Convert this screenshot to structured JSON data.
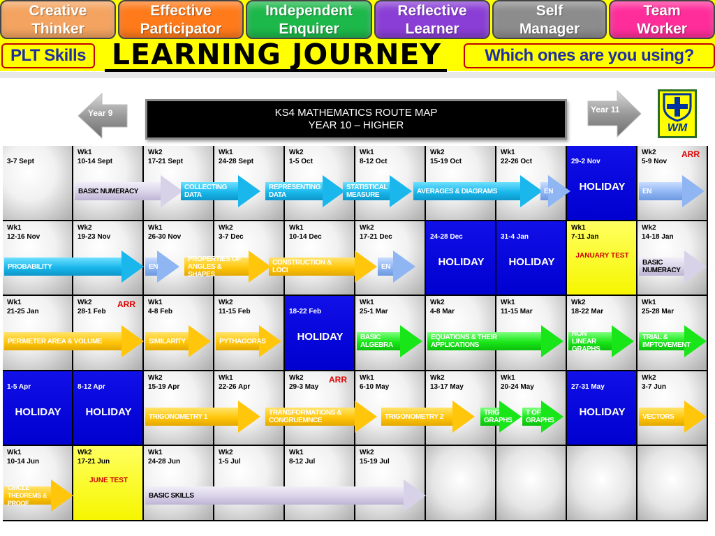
{
  "plt_header": {
    "buttons": [
      {
        "label": "Creative\nThinker",
        "color": "#f4a460"
      },
      {
        "label": "Effective\nParticipator",
        "color": "#ff7a1a"
      },
      {
        "label": "Independent\nEnquirer",
        "color": "#1db84a"
      },
      {
        "label": "Reflective\nLearner",
        "color": "#8a3ed6"
      },
      {
        "label": "Self\nManager",
        "color": "#8c8c8c"
      },
      {
        "label": "Team\nWorker",
        "color": "#ff2d9a"
      }
    ],
    "skills_label": "PLT Skills",
    "title": "LEARNING JOURNEY",
    "question": "Which ones are you using?"
  },
  "route_map": {
    "title_line1": "KS4 MATHEMATICS  ROUTE MAP",
    "title_line2": "YEAR  10 – HIGHER",
    "prev_year": "Year 9",
    "next_year": "Year 11",
    "logo_text": "WM"
  },
  "grid": {
    "rows": [
      [
        {
          "wk": "",
          "dates": "3-7 Sept",
          "type": "normal"
        },
        {
          "wk": "Wk1",
          "dates": "10-14 Sept",
          "type": "normal"
        },
        {
          "wk": "Wk2",
          "dates": "17-21 Sept",
          "type": "normal"
        },
        {
          "wk": "Wk1",
          "dates": "24-28 Sept",
          "type": "normal"
        },
        {
          "wk": "Wk2",
          "dates": "1-5 Oct",
          "type": "normal"
        },
        {
          "wk": "Wk1",
          "dates": "8-12 Oct",
          "type": "normal"
        },
        {
          "wk": "Wk2",
          "dates": "15-19 Oct",
          "type": "normal"
        },
        {
          "wk": "Wk1",
          "dates": "22-26 Oct",
          "type": "normal"
        },
        {
          "wk": "",
          "dates": "29-2 Nov",
          "type": "holiday",
          "label": "HOLIDAY"
        },
        {
          "wk": "Wk2",
          "dates": "5-9 Nov",
          "type": "normal",
          "arr": "ARR"
        }
      ],
      [
        {
          "wk": "Wk1",
          "dates": "12-16 Nov",
          "type": "normal"
        },
        {
          "wk": "Wk2",
          "dates": "19-23 Nov",
          "type": "normal"
        },
        {
          "wk": "Wk1",
          "dates": "26-30 Nov",
          "type": "normal"
        },
        {
          "wk": "Wk2",
          "dates": "3-7 Dec",
          "type": "normal"
        },
        {
          "wk": "Wk1",
          "dates": "10-14 Dec",
          "type": "normal"
        },
        {
          "wk": "Wk2",
          "dates": "17-21 Dec",
          "type": "normal"
        },
        {
          "wk": "",
          "dates": "24-28 Dec",
          "type": "holiday",
          "label": "HOLIDAY"
        },
        {
          "wk": "",
          "dates": "31-4 Jan",
          "type": "holiday",
          "label": "HOLIDAY"
        },
        {
          "wk": "Wk1",
          "dates": "7-11 Jan",
          "type": "test",
          "label": "JANUARY TEST"
        },
        {
          "wk": "Wk2",
          "dates": "14-18 Jan",
          "type": "normal"
        }
      ],
      [
        {
          "wk": "Wk1",
          "dates": "21-25 Jan",
          "type": "normal"
        },
        {
          "wk": "Wk2",
          "dates": "28-1 Feb",
          "type": "normal",
          "arr": "ARR"
        },
        {
          "wk": "Wk1",
          "dates": "4-8 Feb",
          "type": "normal"
        },
        {
          "wk": "Wk2",
          "dates": "11-15 Feb",
          "type": "normal"
        },
        {
          "wk": "",
          "dates": "18-22 Feb",
          "type": "holiday",
          "label": "HOLIDAY"
        },
        {
          "wk": "Wk1",
          "dates": "25-1 Mar",
          "type": "normal"
        },
        {
          "wk": "Wk2",
          "dates": "4-8 Mar",
          "type": "normal"
        },
        {
          "wk": "Wk1",
          "dates": "11-15 Mar",
          "type": "normal"
        },
        {
          "wk": "Wk2",
          "dates": "18-22 Mar",
          "type": "normal"
        },
        {
          "wk": "Wk1",
          "dates": "25-28 Mar",
          "type": "normal"
        }
      ],
      [
        {
          "wk": "",
          "dates": "1-5 Apr",
          "type": "holiday",
          "label": "HOLIDAY"
        },
        {
          "wk": "",
          "dates": "8-12 Apr",
          "type": "holiday",
          "label": "HOLIDAY"
        },
        {
          "wk": "Wk2",
          "dates": "15-19 Apr",
          "type": "normal"
        },
        {
          "wk": "Wk1",
          "dates": "22-26 Apr",
          "type": "normal"
        },
        {
          "wk": "Wk2",
          "dates": "29-3 May",
          "type": "normal",
          "arr": "ARR"
        },
        {
          "wk": "Wk1",
          "dates": "6-10 May",
          "type": "normal"
        },
        {
          "wk": "Wk2",
          "dates": "13-17 May",
          "type": "normal"
        },
        {
          "wk": "Wk1",
          "dates": "20-24 May",
          "type": "normal"
        },
        {
          "wk": "",
          "dates": "27-31 May",
          "type": "holiday",
          "label": "HOLIDAY"
        },
        {
          "wk": "Wk2",
          "dates": "3-7 Jun",
          "type": "normal"
        }
      ],
      [
        {
          "wk": "Wk1",
          "dates": "10-14 Jun",
          "type": "normal"
        },
        {
          "wk": "Wk2",
          "dates": "17-21 Jun",
          "type": "test",
          "label": "JUNE TEST"
        },
        {
          "wk": "Wk1",
          "dates": "24-28 Jun",
          "type": "normal"
        },
        {
          "wk": "Wk2",
          "dates": "1-5 Jul",
          "type": "normal"
        },
        {
          "wk": "Wk1",
          "dates": "8-12 Jul",
          "type": "normal"
        },
        {
          "wk": "Wk2",
          "dates": "15-19 Jul",
          "type": "normal"
        },
        {
          "wk": "",
          "dates": "",
          "type": "blank"
        },
        {
          "wk": "",
          "dates": "",
          "type": "blank"
        },
        {
          "wk": "",
          "dates": "",
          "type": "blank"
        },
        {
          "wk": "",
          "dates": "",
          "type": "blank"
        }
      ]
    ],
    "topics": [
      {
        "label": "BASIC NUMERACY",
        "color": "lilac",
        "row": 0,
        "col": 1,
        "span": 1.55
      },
      {
        "label": "COLLECTING\nDATA",
        "color": "blue",
        "row": 0,
        "col": 2.5,
        "span": 1.15
      },
      {
        "label": "REPRESENTING\nDATA",
        "color": "blue",
        "row": 0,
        "col": 3.7,
        "span": 1.15
      },
      {
        "label": "STATISTICAL\nMEASURE",
        "color": "blue",
        "row": 0,
        "col": 4.8,
        "span": 1.0
      },
      {
        "label": "AVERAGES & DIAGRAMS",
        "color": "blue",
        "row": 0,
        "col": 5.8,
        "span": 1.85
      },
      {
        "label": "EN",
        "color": "pale",
        "row": 0,
        "col": 7.6,
        "span": 0.45
      },
      {
        "label": "EN",
        "color": "pale",
        "row": 0,
        "col": 9.0,
        "span": 0.95
      },
      {
        "label": "PROBABILITY",
        "color": "blue",
        "row": 1,
        "col": 0,
        "span": 2.0
      },
      {
        "label": "EN",
        "color": "pale",
        "row": 1,
        "col": 2.0,
        "span": 0.5
      },
      {
        "label": "PROPERTIES OF\nANGLES & SHAPES",
        "color": "yellow",
        "row": 1,
        "col": 2.55,
        "span": 1.25
      },
      {
        "label": "CONSTRUCTION &\nLOCI",
        "color": "yellow",
        "row": 1,
        "col": 3.75,
        "span": 1.55
      },
      {
        "label": "EN",
        "color": "pale",
        "row": 1,
        "col": 5.3,
        "span": 0.55
      },
      {
        "label": "BASIC\nNUMERACY",
        "color": "lilac",
        "row": 1,
        "col": 9.0,
        "span": 1.0
      },
      {
        "label": "PERIMETER AREA & VOLUME",
        "color": "yellow",
        "row": 2,
        "col": 0,
        "span": 2.0
      },
      {
        "label": "SIMILARITY",
        "color": "yellow",
        "row": 2,
        "col": 2.0,
        "span": 0.95
      },
      {
        "label": "PYTHAGORAS",
        "color": "yellow",
        "row": 2,
        "col": 3.0,
        "span": 0.95
      },
      {
        "label": "BASIC\nALGEBRA",
        "color": "green",
        "row": 2,
        "col": 5.0,
        "span": 0.95
      },
      {
        "label": "EQUATIONS & THEIR\nAPPLICATIONS",
        "color": "green",
        "row": 2,
        "col": 6.0,
        "span": 1.95
      },
      {
        "label": "NON LINEAR\nGRAPHS",
        "color": "green",
        "row": 2,
        "col": 8.0,
        "span": 0.95
      },
      {
        "label": "TRIAL &\nIMPTOVEMENT",
        "color": "green",
        "row": 2,
        "col": 9.0,
        "span": 1.0
      },
      {
        "label": "TRIGONOMETRY 1",
        "color": "yellow",
        "row": 3,
        "col": 2.0,
        "span": 1.65
      },
      {
        "label": "TRANSFORMATIONS &\nCONGRUEMNCE",
        "color": "yellow",
        "row": 3,
        "col": 3.7,
        "span": 1.6
      },
      {
        "label": "TRIGONOMETRY 2",
        "color": "yellow",
        "row": 3,
        "col": 5.35,
        "span": 1.35
      },
      {
        "label": "TRIG\nGRAPHS",
        "color": "green",
        "row": 3,
        "col": 6.75,
        "span": 0.6
      },
      {
        "label": "T OF\nGRAPHS",
        "color": "green",
        "row": 3,
        "col": 7.35,
        "span": 0.6
      },
      {
        "label": "VECTORS",
        "color": "yellow",
        "row": 3,
        "col": 9.0,
        "span": 1.0
      },
      {
        "label": "CIRCLE\nTHEOREMS &\nPROOF",
        "color": "yellow",
        "row": 4,
        "col": 0,
        "span": 1.0
      },
      {
        "label": "BASIC SKILLS",
        "color": "lilac",
        "row": 4,
        "col": 2.0,
        "span": 4.0
      }
    ]
  }
}
